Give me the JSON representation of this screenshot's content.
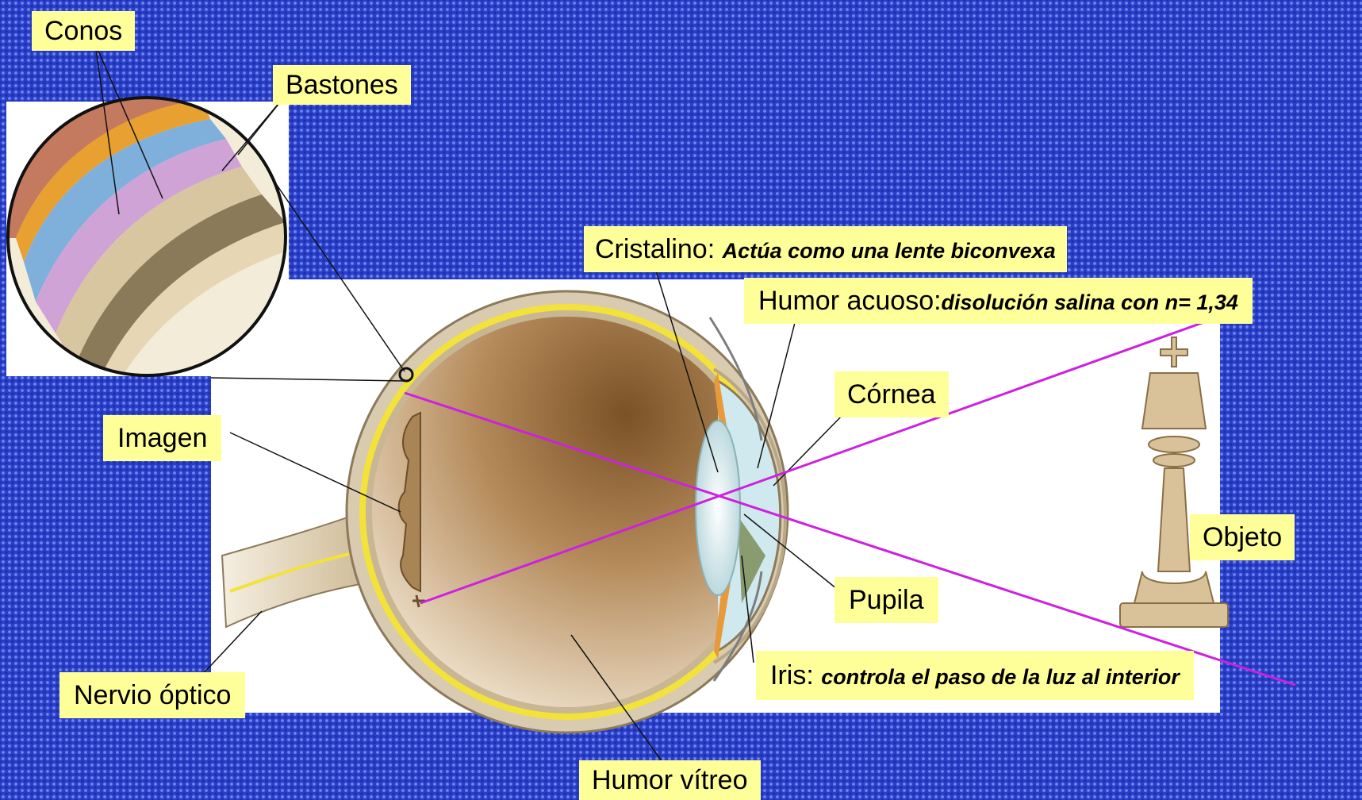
{
  "labels": {
    "conos": "Conos",
    "bastones": "Bastones",
    "cristalino_title": "Cristalino: ",
    "cristalino_desc": "Actúa como una lente biconvexa",
    "humor_acuoso_title": "Humor acuoso:",
    "humor_acuoso_desc": "disolución salina con  n= 1,34",
    "cornea": "Córnea",
    "imagen": "Imagen",
    "objeto": "Objeto",
    "pupila": "Pupila",
    "nervio_optico": "Nervio óptico",
    "iris_title": "Iris: ",
    "iris_desc": "controla el paso de la luz al interior",
    "humor_vitreo": "Humor vítreo"
  },
  "colors": {
    "background": "#2a3fc9",
    "label_background": "#ffff99",
    "ray": "#cc22dd",
    "retina": "#f2e23a",
    "sclera": "#d9cbb0"
  }
}
